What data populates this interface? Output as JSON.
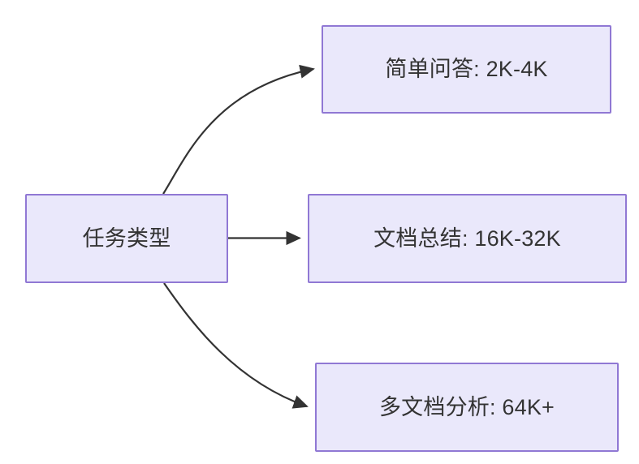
{
  "diagram": {
    "type": "flowchart",
    "direction": "left-to-right",
    "background_color": "#ffffff",
    "node_fill_color": "#eae8fb",
    "node_border_color": "#9078d4",
    "node_text_color": "#333333",
    "edge_color": "#333333",
    "root": {
      "id": "task-type",
      "label": "任务类型"
    },
    "branches": [
      {
        "id": "simple-qa",
        "label": "简单问答: 2K-4K",
        "category": "简单问答",
        "range": "2K-4K",
        "edge_style": "curved"
      },
      {
        "id": "doc-summary",
        "label": "文档总结: 16K-32K",
        "category": "文档总结",
        "range": "16K-32K",
        "edge_style": "straight"
      },
      {
        "id": "multi-doc",
        "label": "多文档分析: 64K+",
        "category": "多文档分析",
        "range": "64K+",
        "edge_style": "curved"
      }
    ]
  }
}
